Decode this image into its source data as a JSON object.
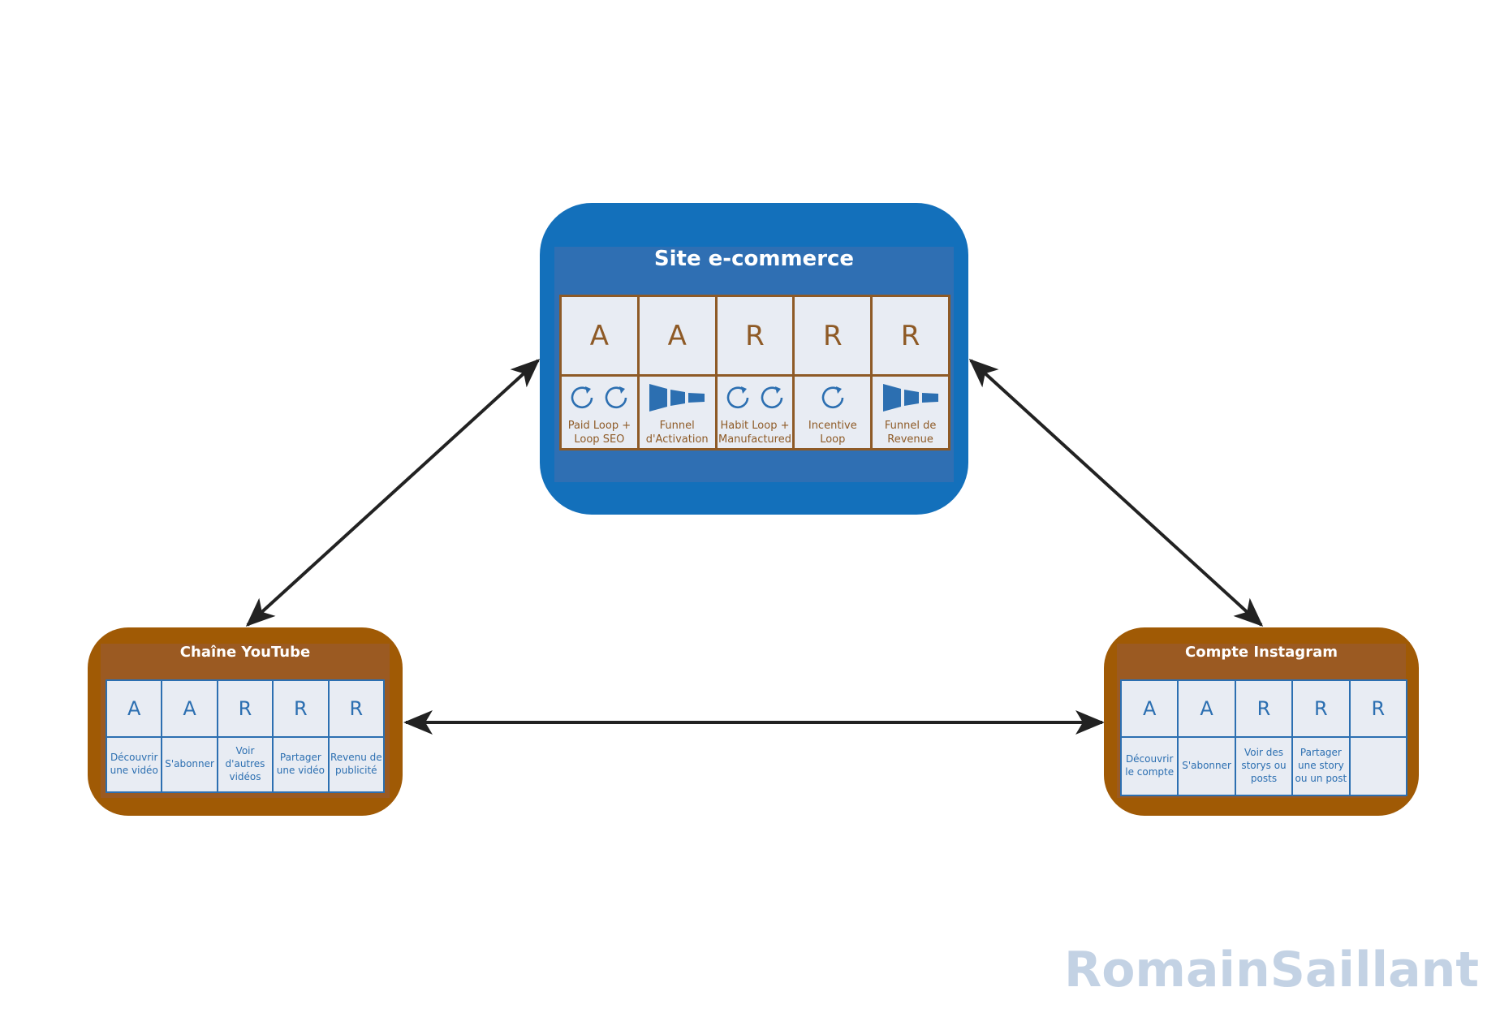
{
  "nodes": {
    "ecommerce": {
      "title": "Site e-commerce",
      "stages": [
        {
          "letter": "A",
          "label_lines": [
            "Paid Loop +",
            "Loop SEO"
          ],
          "icon": "loop-icon",
          "icon_count": 2
        },
        {
          "letter": "A",
          "label_lines": [
            "Funnel",
            "d'Activation"
          ],
          "icon": "funnel-icon",
          "icon_count": 1
        },
        {
          "letter": "R",
          "label_lines": [
            "Habit Loop +",
            "Manufactured"
          ],
          "icon": "loop-icon",
          "icon_count": 2
        },
        {
          "letter": "R",
          "label_lines": [
            "Incentive",
            "Loop"
          ],
          "icon": "loop-icon",
          "icon_count": 1
        },
        {
          "letter": "R",
          "label_lines": [
            "Funnel de",
            "Revenue"
          ],
          "icon": "funnel-icon",
          "icon_count": 1
        }
      ]
    },
    "youtube": {
      "title": "Chaîne YouTube",
      "stages": [
        {
          "letter": "A",
          "label_lines": [
            "Découvrir",
            "une vidéo"
          ]
        },
        {
          "letter": "A",
          "label_lines": [
            "S'abonner"
          ]
        },
        {
          "letter": "R",
          "label_lines": [
            "Voir",
            "d'autres",
            "vidéos"
          ]
        },
        {
          "letter": "R",
          "label_lines": [
            "Partager",
            "une vidéo"
          ]
        },
        {
          "letter": "R",
          "label_lines": [
            "Revenu de",
            "publicité"
          ]
        }
      ]
    },
    "instagram": {
      "title": "Compte Instagram",
      "stages": [
        {
          "letter": "A",
          "label_lines": [
            "Découvrir",
            "le compte"
          ]
        },
        {
          "letter": "A",
          "label_lines": [
            "S'abonner"
          ]
        },
        {
          "letter": "R",
          "label_lines": [
            "Voir des",
            "storys ou",
            "posts"
          ]
        },
        {
          "letter": "R",
          "label_lines": [
            "Partager",
            "une story",
            "ou un post"
          ]
        },
        {
          "letter": "R",
          "label_lines": []
        }
      ]
    }
  },
  "edges": [
    {
      "from": "ecommerce",
      "to": "youtube",
      "bidirectional": true
    },
    {
      "from": "ecommerce",
      "to": "instagram",
      "bidirectional": true
    },
    {
      "from": "youtube",
      "to": "instagram",
      "bidirectional": true
    }
  ],
  "watermark": "RomainSaillant",
  "colors": {
    "ecommerce_fill": "#1370bb",
    "social_fill": "#a05a05",
    "cell_fill": "#e8ecf3",
    "brown_text": "#8e5a26",
    "blue_text": "#2c6fb1",
    "arrow": "#222222",
    "watermark": "#c3d2e4"
  }
}
